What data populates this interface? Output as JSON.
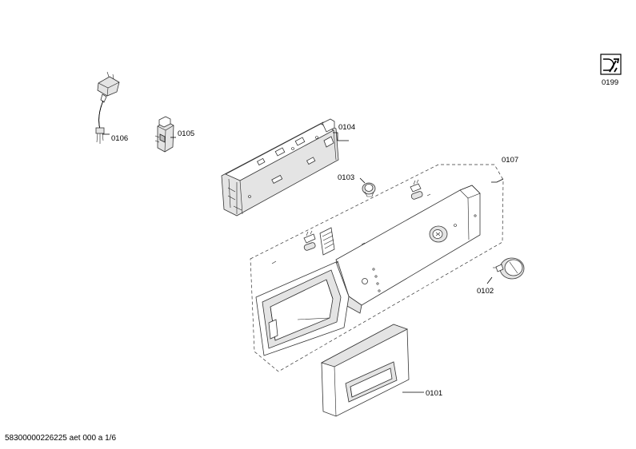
{
  "labels": {
    "p0101": "0101",
    "p0102": "0102",
    "p0103": "0103",
    "p0104": "0104",
    "p0105": "0105",
    "p0106": "0106",
    "p0107": "0107",
    "p0199": "0199"
  },
  "icons": {
    "service": "washing-machine-wrench-icon"
  },
  "footer": {
    "doc_id": "58300000226225 aet 000 a 1/6"
  }
}
